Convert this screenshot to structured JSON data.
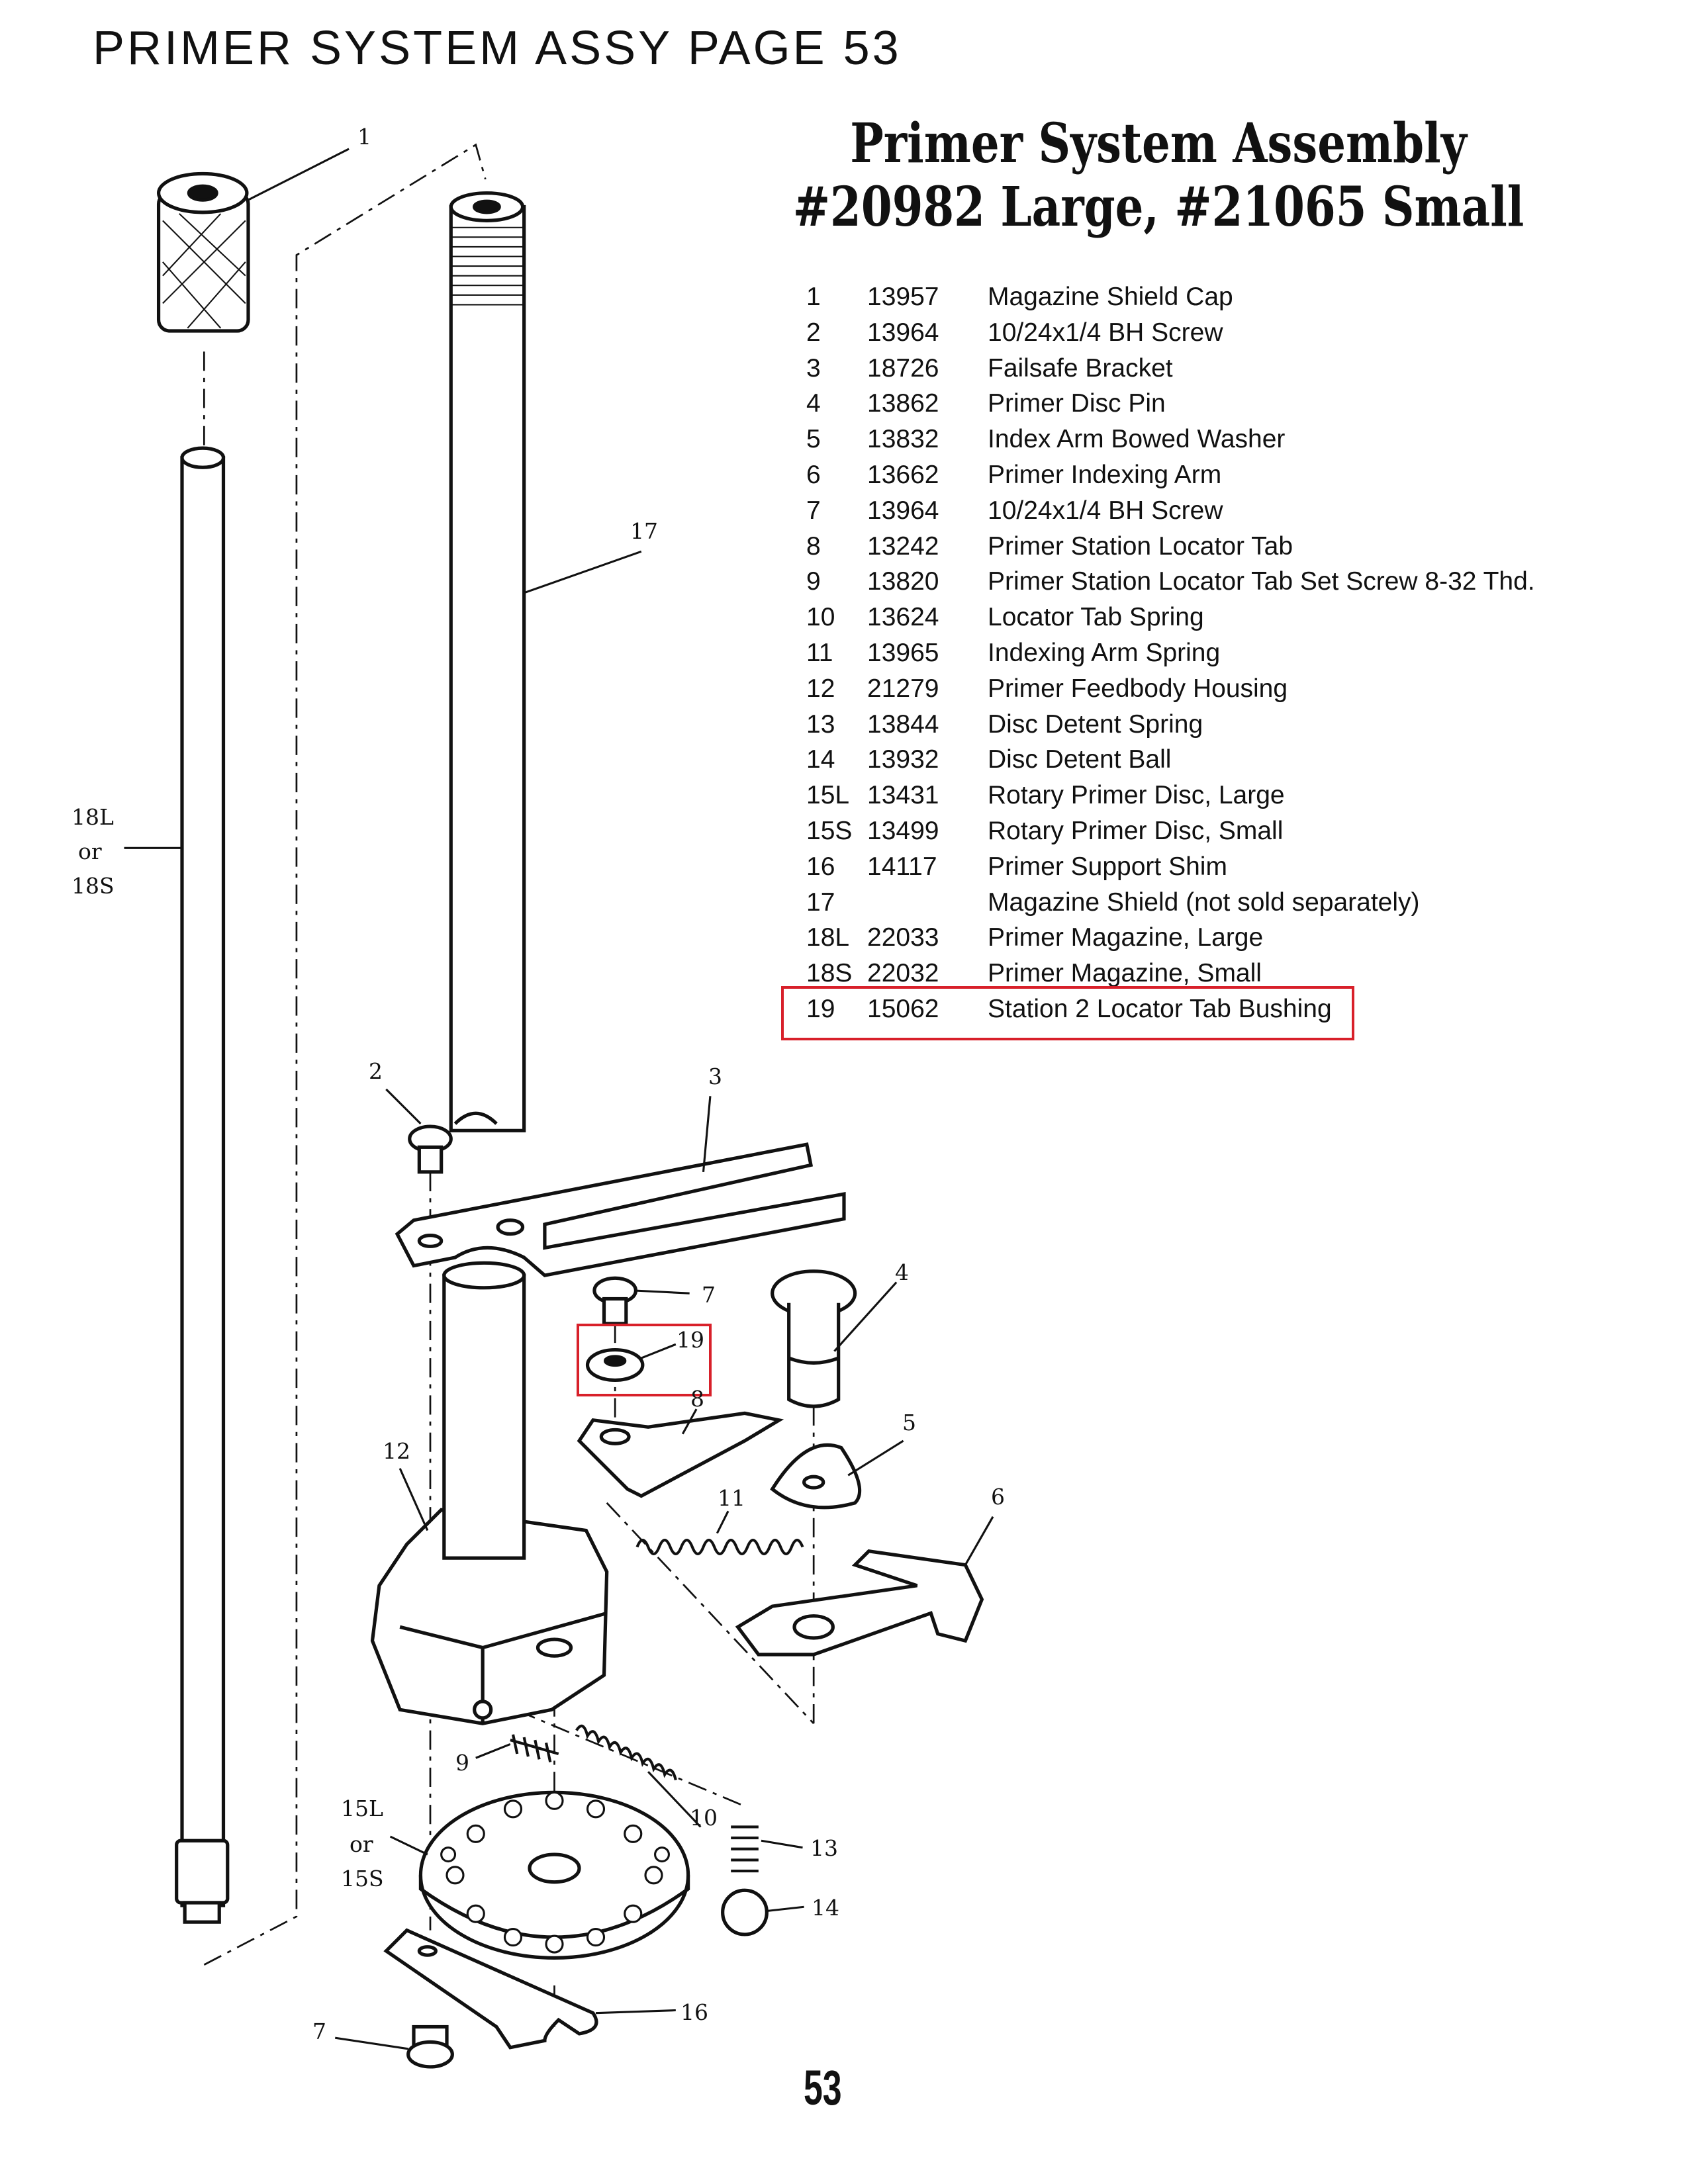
{
  "page_header": "PRIMER SYSTEM ASSY PAGE 53",
  "heading": {
    "line1": "Primer System Assembly",
    "line2": "#20982 Large, #21065 Small"
  },
  "parts": [
    {
      "num": "1",
      "part": "13957",
      "desc": "Magazine Shield Cap"
    },
    {
      "num": "2",
      "part": "13964",
      "desc": "10/24x1/4 BH Screw"
    },
    {
      "num": "3",
      "part": "18726",
      "desc": "Failsafe Bracket"
    },
    {
      "num": "4",
      "part": "13862",
      "desc": "Primer Disc Pin"
    },
    {
      "num": "5",
      "part": "13832",
      "desc": "Index Arm Bowed Washer"
    },
    {
      "num": "6",
      "part": "13662",
      "desc": "Primer Indexing Arm"
    },
    {
      "num": "7",
      "part": "13964",
      "desc": "10/24x1/4 BH Screw"
    },
    {
      "num": "8",
      "part": "13242",
      "desc": "Primer Station Locator Tab"
    },
    {
      "num": "9",
      "part": "13820",
      "desc": "Primer Station Locator Tab Set Screw 8-32 Thd."
    },
    {
      "num": "10",
      "part": "13624",
      "desc": "Locator Tab Spring"
    },
    {
      "num": "11",
      "part": "13965",
      "desc": "Indexing Arm Spring"
    },
    {
      "num": "12",
      "part": "21279",
      "desc": "Primer Feedbody Housing"
    },
    {
      "num": "13",
      "part": "13844",
      "desc": "Disc Detent Spring"
    },
    {
      "num": "14",
      "part": "13932",
      "desc": "Disc Detent Ball"
    },
    {
      "num": "15L",
      "part": "13431",
      "desc": "Rotary Primer Disc, Large"
    },
    {
      "num": "15S",
      "part": "13499",
      "desc": "Rotary Primer Disc, Small"
    },
    {
      "num": "16",
      "part": "14117",
      "desc": "Primer Support Shim"
    },
    {
      "num": "17",
      "part": "",
      "desc": "Magazine Shield (not sold separately)"
    },
    {
      "num": "18L",
      "part": "22033",
      "desc": "Primer Magazine, Large"
    },
    {
      "num": "18S",
      "part": "22032",
      "desc": "Primer Magazine, Small"
    },
    {
      "num": "19",
      "part": "15062",
      "desc": "Station 2 Locator Tab Bushing"
    }
  ],
  "callouts": {
    "c1": "1",
    "c17": "17",
    "c18a": "18L",
    "c18b": "or",
    "c18c": "18S",
    "c2": "2",
    "c3": "3",
    "c7a": "7",
    "c19": "19",
    "c4": "4",
    "c8": "8",
    "c5": "5",
    "c12": "12",
    "c11": "11",
    "c6": "6",
    "c9": "9",
    "c10": "10",
    "c13": "13",
    "c15a": "15L",
    "c15b": "or",
    "c15c": "15S",
    "c14": "14",
    "c16": "16",
    "c7b": "7"
  },
  "highlight_color": "#d8202a",
  "page_number": "53"
}
